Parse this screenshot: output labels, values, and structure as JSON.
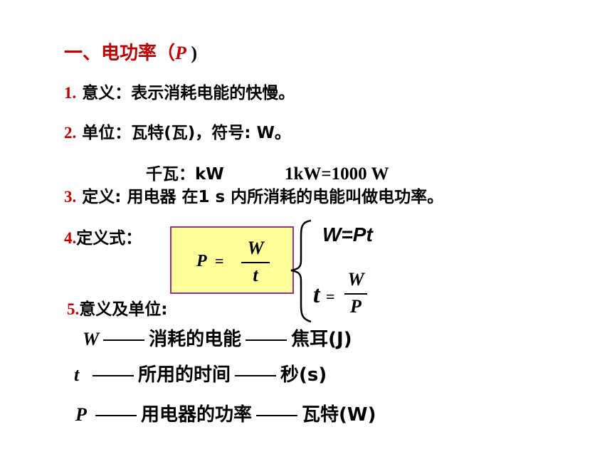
{
  "heading": {
    "prefix": "一、电功率（",
    "symbol": "P",
    "suffix": " )"
  },
  "items": {
    "meaning": {
      "num": "1.",
      "text": " 意义：表示消耗电能的快慢。"
    },
    "unit": {
      "num": "2.",
      "text": " 单位：瓦特(瓦)，符号: W。"
    },
    "kilowatt": {
      "label": "千瓦：kW",
      "conversion": "1kW=1000 W"
    },
    "definition": {
      "num": "3.",
      "text": " 定义: 用电器 在1 s 内所消耗的电能叫做电功率。"
    },
    "formula_label": {
      "num": "4.",
      "text": "定义式："
    },
    "meaning_units": {
      "num": "5.",
      "text": "意义及单位:"
    }
  },
  "formula": {
    "lhs": "P",
    "eq": "=",
    "numerator": "W",
    "denominator": "t"
  },
  "derived": {
    "work": "W=Pt",
    "time_lhs": "t",
    "time_eq": "=",
    "time_num": "W",
    "time_den": "P"
  },
  "units_table": [
    {
      "symbol": "W",
      "quantity": "消耗的电能",
      "unit": "焦耳(J)"
    },
    {
      "symbol": "t",
      "quantity": "所用的时间",
      "unit": "秒(s)"
    },
    {
      "symbol": "P",
      "quantity": "用电器的功率",
      "unit": "瓦特(W)"
    }
  ]
}
